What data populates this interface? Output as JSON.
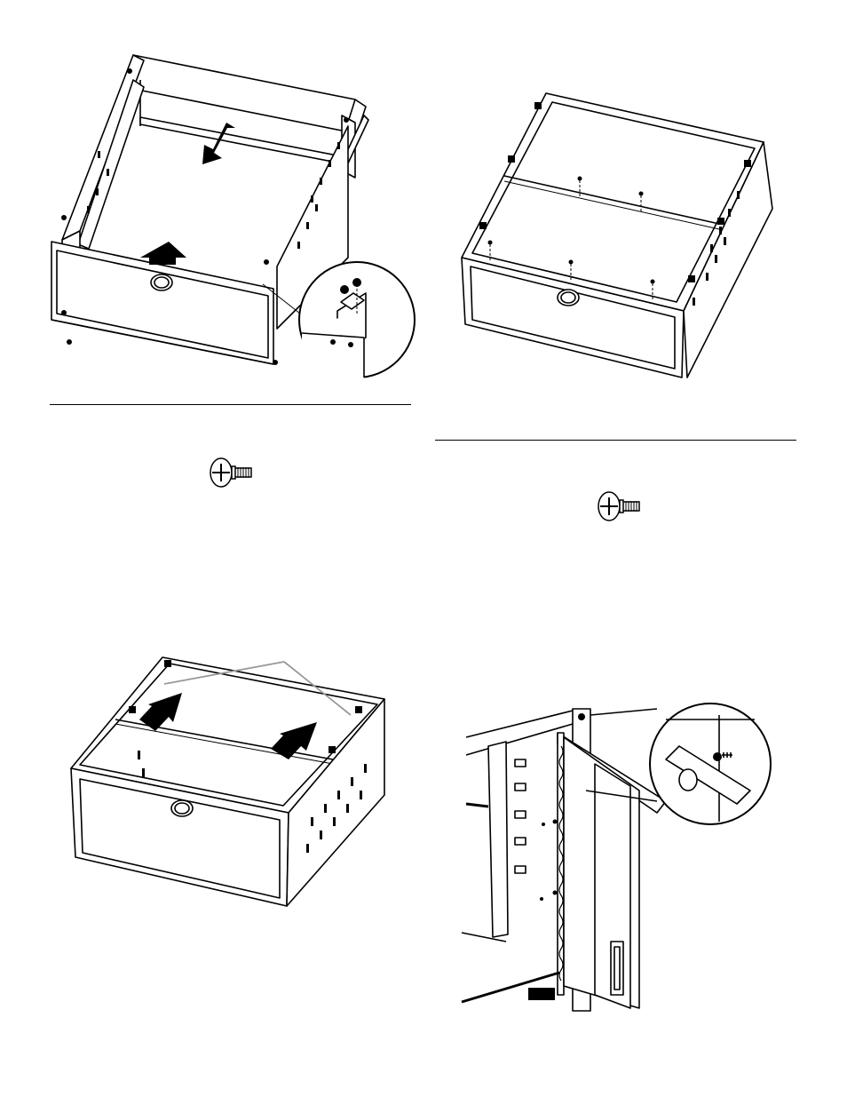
{
  "page": {
    "figures": [
      {
        "id": "fig-1",
        "icon": "cabinet-frame-assembly-exploded-illustration"
      },
      {
        "id": "fig-2",
        "icon": "cabinet-top-panel-screw-attachment-illustration"
      },
      {
        "id": "fig-3",
        "icon": "cabinet-top-panel-insertion-illustration"
      },
      {
        "id": "fig-4",
        "icon": "cabinet-door-hinge-attachment-illustration"
      }
    ],
    "fasteners": [
      {
        "id": "screw-1",
        "icon": "phillips-pan-head-screw-icon"
      },
      {
        "id": "screw-2",
        "icon": "phillips-pan-head-screw-icon"
      }
    ]
  }
}
